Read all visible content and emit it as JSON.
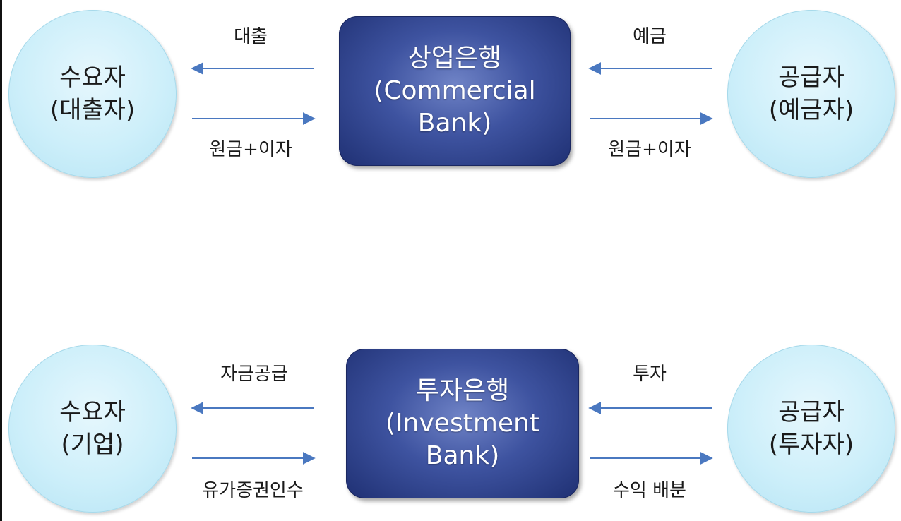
{
  "commercial": {
    "demand": {
      "line1": "수요자",
      "line2": "(대출자)"
    },
    "bank": {
      "line1": "상업은행",
      "line2": "(Commercial",
      "line3": "Bank)"
    },
    "supply": {
      "line1": "공급자",
      "line2": "(예금자)"
    },
    "left_top_label": "대출",
    "left_bottom_label": "원금+이자",
    "right_top_label": "예금",
    "right_bottom_label": "원금+이자"
  },
  "investment": {
    "demand": {
      "line1": "수요자",
      "line2": "(기업)"
    },
    "bank": {
      "line1": "투자은행",
      "line2": "(Investment",
      "line3": "Bank)"
    },
    "supply": {
      "line1": "공급자",
      "line2": "(투자자)"
    },
    "left_top_label": "자금공급",
    "left_bottom_label": "유가증권인수",
    "right_top_label": "투자",
    "right_bottom_label": "수익 배분"
  },
  "colors": {
    "arrow": "#4a78c0",
    "bank_fill": "#3e53a0",
    "circle_fill": "#cdeffa"
  }
}
